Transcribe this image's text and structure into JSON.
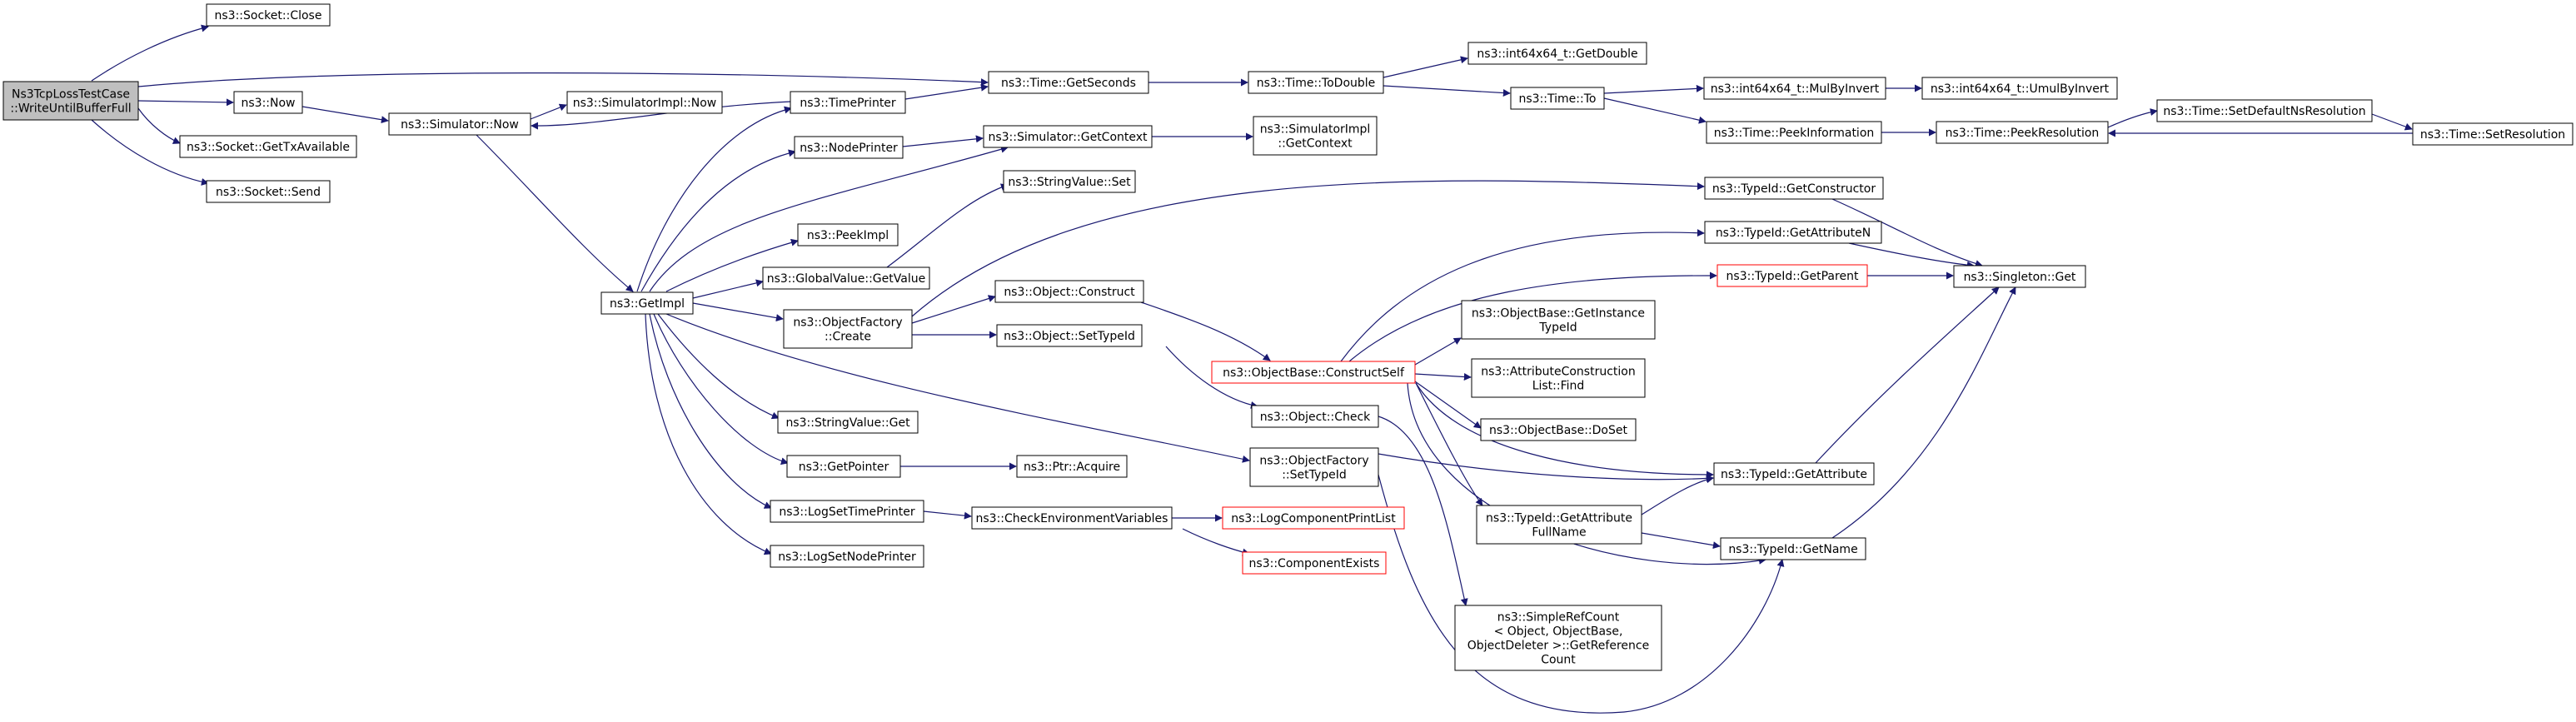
{
  "graph": {
    "nodes": [
      {
        "id": "root",
        "lines": [
          "Ns3TcpLossTestCase",
          "::WriteUntilBufferFull"
        ],
        "style": "root"
      },
      {
        "id": "socket_close",
        "lines": [
          "ns3::Socket::Close"
        ]
      },
      {
        "id": "now",
        "lines": [
          "ns3::Now"
        ]
      },
      {
        "id": "socket_gettx",
        "lines": [
          "ns3::Socket::GetTxAvailable"
        ]
      },
      {
        "id": "socket_send",
        "lines": [
          "ns3::Socket::Send"
        ]
      },
      {
        "id": "sim_now",
        "lines": [
          "ns3::Simulator::Now"
        ]
      },
      {
        "id": "simimpl_now",
        "lines": [
          "ns3::SimulatorImpl::Now"
        ]
      },
      {
        "id": "getimpl",
        "lines": [
          "ns3::GetImpl"
        ]
      },
      {
        "id": "timeprinter",
        "lines": [
          "ns3::TimePrinter"
        ]
      },
      {
        "id": "nodeprinter",
        "lines": [
          "ns3::NodePrinter"
        ]
      },
      {
        "id": "peekimpl",
        "lines": [
          "ns3::PeekImpl"
        ]
      },
      {
        "id": "gv_getvalue",
        "lines": [
          "ns3::GlobalValue::GetValue"
        ]
      },
      {
        "id": "of_create",
        "lines": [
          "ns3::ObjectFactory",
          "::Create"
        ]
      },
      {
        "id": "sv_get",
        "lines": [
          "ns3::StringValue::Get"
        ]
      },
      {
        "id": "getpointer",
        "lines": [
          "ns3::GetPointer"
        ]
      },
      {
        "id": "logsettime",
        "lines": [
          "ns3::LogSetTimePrinter"
        ]
      },
      {
        "id": "logsetnode",
        "lines": [
          "ns3::LogSetNodePrinter"
        ]
      },
      {
        "id": "time_getseconds",
        "lines": [
          "ns3::Time::GetSeconds"
        ]
      },
      {
        "id": "sim_getcontext",
        "lines": [
          "ns3::Simulator::GetContext"
        ]
      },
      {
        "id": "sv_set",
        "lines": [
          "ns3::StringValue::Set"
        ]
      },
      {
        "id": "obj_construct",
        "lines": [
          "ns3::Object::Construct"
        ]
      },
      {
        "id": "obj_settypeid",
        "lines": [
          "ns3::Object::SetTypeId"
        ]
      },
      {
        "id": "ptr_acquire",
        "lines": [
          "ns3::Ptr::Acquire"
        ]
      },
      {
        "id": "checkenv",
        "lines": [
          "ns3::CheckEnvironmentVariables"
        ]
      },
      {
        "id": "time_todouble",
        "lines": [
          "ns3::Time::ToDouble"
        ]
      },
      {
        "id": "simimpl_getcontext",
        "lines": [
          "ns3::SimulatorImpl",
          "::GetContext"
        ]
      },
      {
        "id": "ob_constructself",
        "lines": [
          "ns3::ObjectBase::ConstructSelf"
        ],
        "style": "red"
      },
      {
        "id": "obj_check",
        "lines": [
          "ns3::Object::Check"
        ]
      },
      {
        "id": "of_settypeid",
        "lines": [
          "ns3::ObjectFactory",
          "::SetTypeId"
        ]
      },
      {
        "id": "logcomp_printlist",
        "lines": [
          "ns3::LogComponentPrintList"
        ],
        "style": "red"
      },
      {
        "id": "comp_exists",
        "lines": [
          "ns3::ComponentExists"
        ],
        "style": "red"
      },
      {
        "id": "i64_getdouble",
        "lines": [
          "ns3::int64x64_t::GetDouble"
        ]
      },
      {
        "id": "time_to",
        "lines": [
          "ns3::Time::To"
        ]
      },
      {
        "id": "ob_getinstancetypeid",
        "lines": [
          "ns3::ObjectBase::GetInstance",
          "TypeId"
        ]
      },
      {
        "id": "acl_find",
        "lines": [
          "ns3::AttributeConstruction",
          "List::Find"
        ]
      },
      {
        "id": "ob_doset",
        "lines": [
          "ns3::ObjectBase::DoSet"
        ]
      },
      {
        "id": "tid_getattrfullname",
        "lines": [
          "ns3::TypeId::GetAttribute",
          "FullName"
        ]
      },
      {
        "id": "simplerefcount",
        "lines": [
          "ns3::SimpleRefCount",
          "< Object, ObjectBase,",
          " ObjectDeleter >::GetReference",
          "Count"
        ]
      },
      {
        "id": "i64_mulbyinvert",
        "lines": [
          "ns3::int64x64_t::MulByInvert"
        ]
      },
      {
        "id": "time_peekinfo",
        "lines": [
          "ns3::Time::PeekInformation"
        ]
      },
      {
        "id": "tid_getconstructor",
        "lines": [
          "ns3::TypeId::GetConstructor"
        ]
      },
      {
        "id": "tid_getattributen",
        "lines": [
          "ns3::TypeId::GetAttributeN"
        ]
      },
      {
        "id": "tid_getparent",
        "lines": [
          "ns3::TypeId::GetParent"
        ],
        "style": "red"
      },
      {
        "id": "tid_getattribute",
        "lines": [
          "ns3::TypeId::GetAttribute"
        ]
      },
      {
        "id": "tid_getname",
        "lines": [
          "ns3::TypeId::GetName"
        ]
      },
      {
        "id": "i64_umulbyinvert",
        "lines": [
          "ns3::int64x64_t::UmulByInvert"
        ]
      },
      {
        "id": "time_peekresolution",
        "lines": [
          "ns3::Time::PeekResolution"
        ]
      },
      {
        "id": "singleton_get",
        "lines": [
          "ns3::Singleton::Get"
        ]
      },
      {
        "id": "time_setdefaultns",
        "lines": [
          "ns3::Time::SetDefaultNsResolution"
        ]
      },
      {
        "id": "time_setresolution",
        "lines": [
          "ns3::Time::SetResolution"
        ]
      }
    ]
  },
  "colors": {
    "edge": "#191970",
    "node_border": "#000000",
    "node_border_red": "#ff0000",
    "root_fill": "#bfbfbf"
  }
}
